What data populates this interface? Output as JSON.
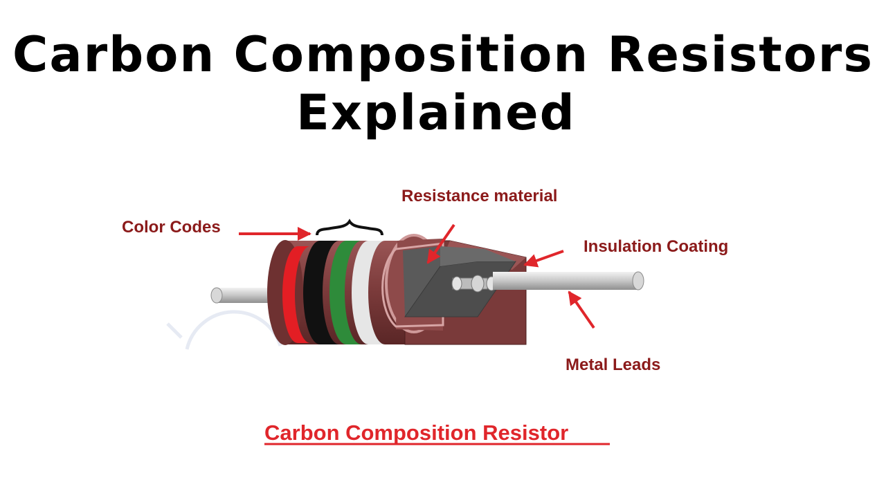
{
  "title": {
    "line1": "Carbon Composition Resistors",
    "line2": "Explained"
  },
  "diagram": {
    "labels": {
      "color_codes": "Color Codes",
      "resistance_material": "Resistance material",
      "insulation_coating": "Insulation Coating",
      "metal_leads": "Metal Leads"
    },
    "caption": "Carbon Composition Resistor"
  },
  "colors": {
    "label_text": "#8b1a1a",
    "caption_text": "#e0262b",
    "arrow": "#e0262b",
    "body": "#7a3a3a",
    "band_1": "#e31e24",
    "band_2": "#111111",
    "band_3": "#2e8b3a",
    "band_4": "#e6e6e6",
    "resistance_material": "#5a5a5a",
    "lead": "#c8c8c8"
  },
  "icons": [
    "brace-icon",
    "arrow-icon"
  ]
}
